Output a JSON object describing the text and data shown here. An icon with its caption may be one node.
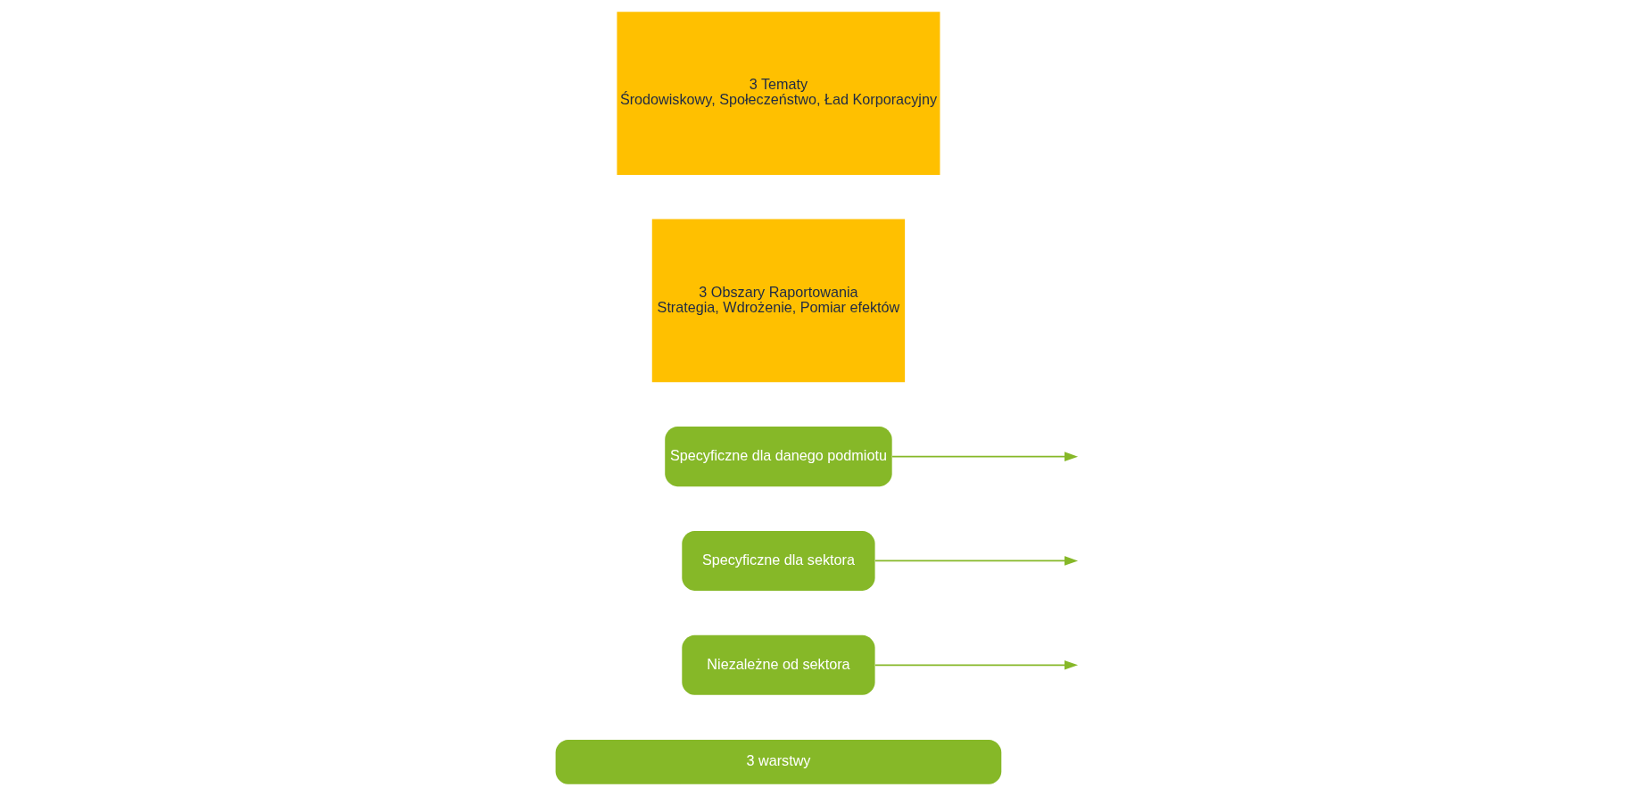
{
  "diagram": {
    "nodes": [
      {
        "text": [
          "3 warstwy"
        ]
      },
      {
        "text": [
          "Niezależne od sektora"
        ]
      },
      {
        "text": [
          "Specyficzne dla sektora"
        ]
      },
      {
        "text": [
          "Specyficzne dla danego podmiotu"
        ]
      },
      {
        "text": [
          "3 Obszary Raportowania",
          "Strategia, Wdrożenie, Pomiar efektów"
        ]
      },
      {
        "text": [
          "3 Tematy",
          "Środowiskowy, Społeczeństwo, Ład Korporacyjny"
        ]
      }
    ],
    "edges": [
      {
        "from": 1,
        "to": null,
        "arrow": "to"
      },
      {
        "from": 2,
        "to": null,
        "arrow": "to"
      },
      {
        "from": 3,
        "to": null,
        "arrow": "to"
      }
    ]
  }
}
